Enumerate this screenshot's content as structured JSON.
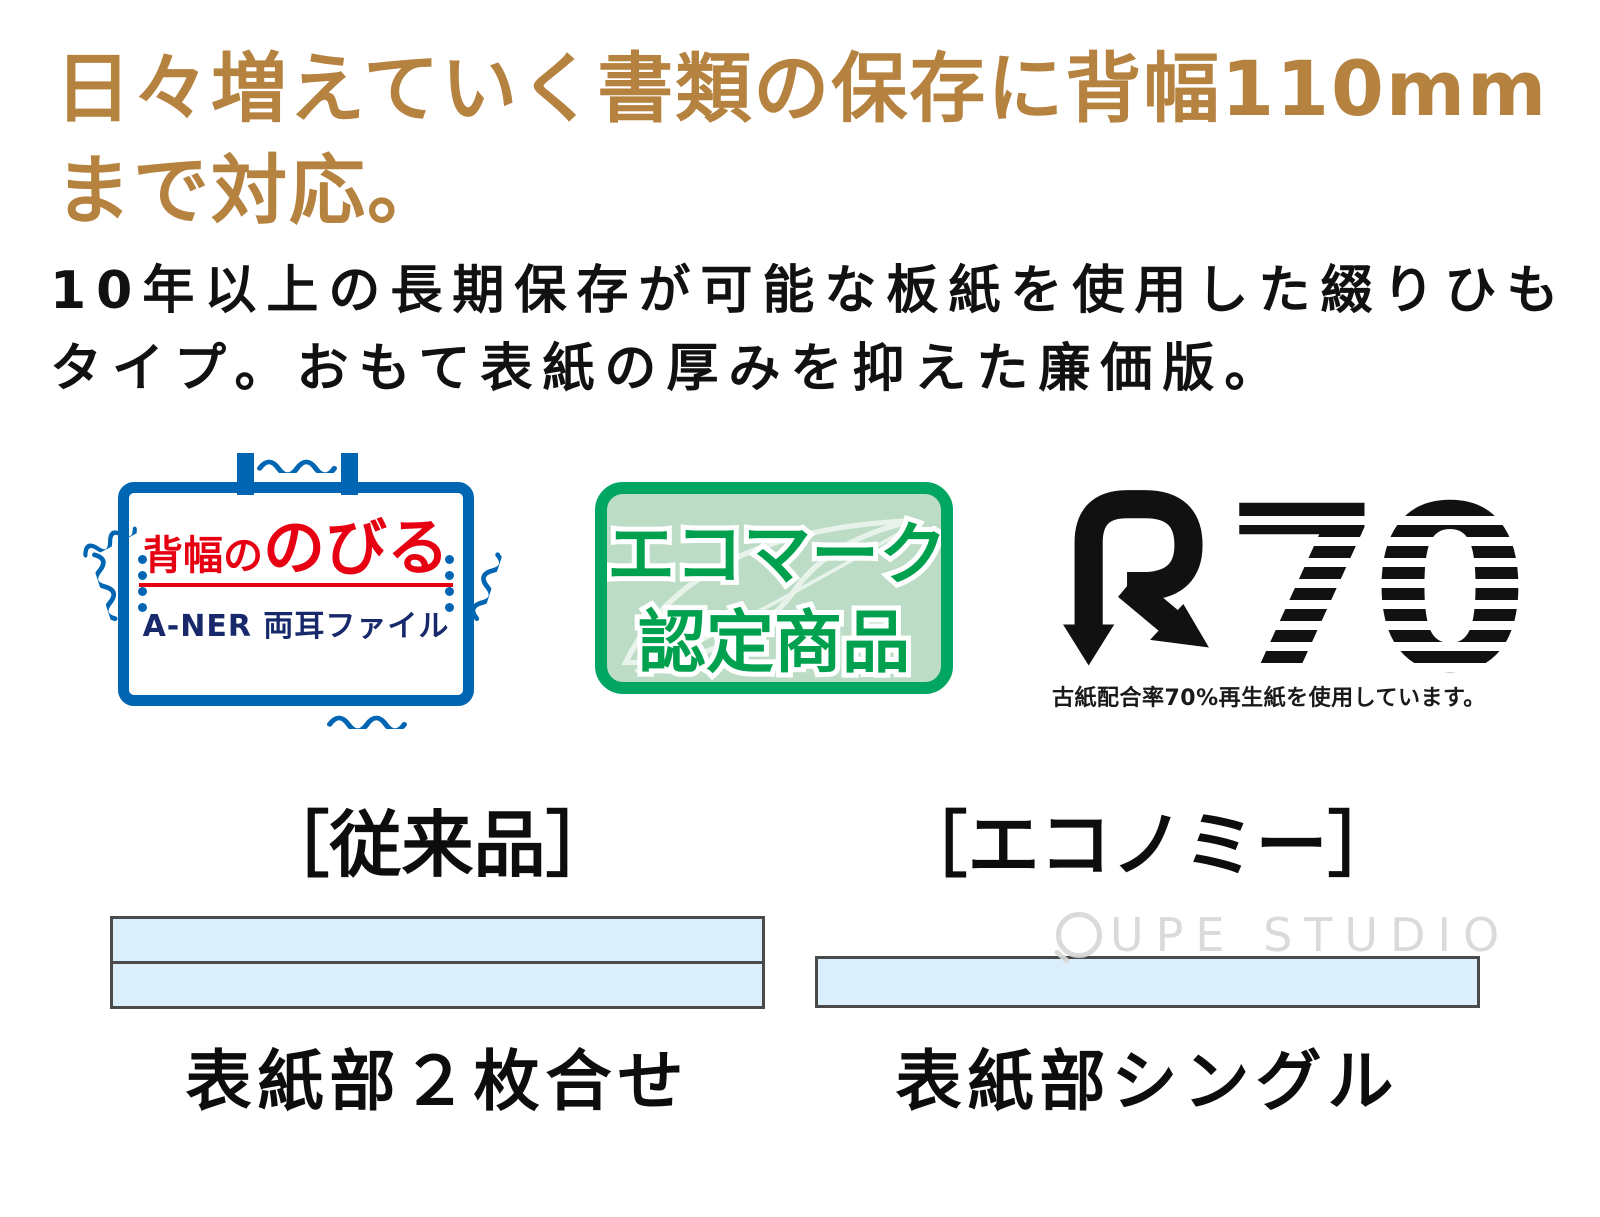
{
  "heading": {
    "line1": "日々増えていく書類の保存に背幅110mm",
    "line2": "まで対応。"
  },
  "description": {
    "line1": "10年以上の長期保存が可能な板紙を使用した綴りひも",
    "line2": "タイプ。おもて表紙の厚みを抑えた廉価版。"
  },
  "badges": {
    "aner": {
      "title_prefix": "背幅の",
      "title_main": "のびる",
      "brand": "A-NER",
      "product_type": "両耳ファイル"
    },
    "ecomark": {
      "line1": "エコマーク",
      "line2": "認定商品"
    },
    "r70": {
      "number": "70",
      "caption": "古紙配合率70%再生紙を使用しています。"
    }
  },
  "comparison": {
    "conventional": {
      "label": "［従来品］",
      "caption": "表紙部２枚合せ",
      "layers": 2
    },
    "economy": {
      "label": "［エコノミー］",
      "caption": "表紙部シングル",
      "layers": 1
    }
  },
  "watermark": {
    "text": "UPE STUDIO"
  },
  "colors": {
    "heading": "#b5823f",
    "body_text": "#111111",
    "aner_blue": "#0066b3",
    "aner_red": "#e60012",
    "aner_navy": "#17286b",
    "eco_green_border": "#00a661",
    "eco_green_bg": "#bcdcc5",
    "eco_green_text": "#00a14e",
    "r70_black": "#111111",
    "bar_fill": "#daeefc",
    "bar_border": "#4a4a4a",
    "watermark_gray": "#d7d7d7"
  }
}
